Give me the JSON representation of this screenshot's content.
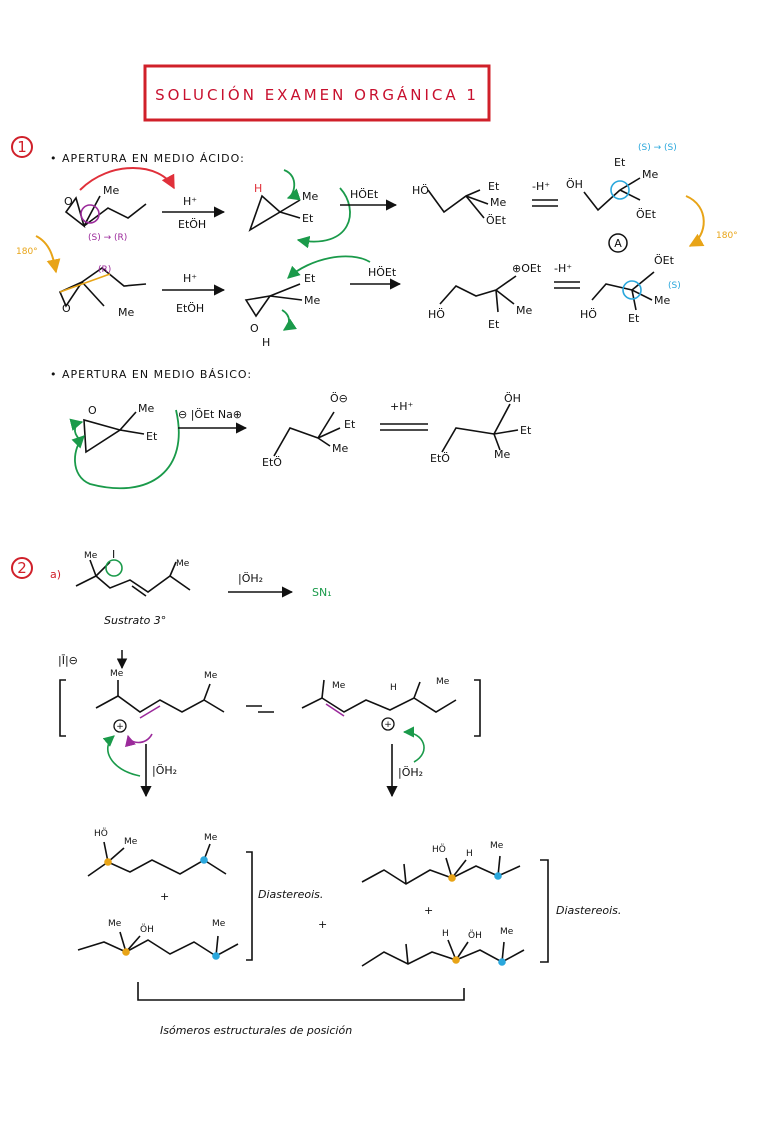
{
  "title": "SOLUCIÓN EXAMEN ORGÁNICA 1",
  "q1": {
    "number": "1",
    "acid_heading": "• APERTURA EN MEDIO ÁCIDO:",
    "basic_heading": "• APERTURA EN MEDIO BÁSICO:",
    "reagent_top_1": "H⁺",
    "reagent_top_2": "EtÖH",
    "reagent_bottom_1": "H⁺",
    "reagent_bottom_2": "EtÖH",
    "reagent_hoet": "HÖEt",
    "reagent_hoet_2": "HÖEt",
    "minus_h_top": "-H⁺",
    "minus_h_bottom": "-H⁺",
    "angle_left": "180°",
    "angle_right": "180°",
    "config_change_left": "(S) → (R)",
    "config_r": "(R)",
    "config_change_right": "(S) → (S)",
    "config_s": "(S)",
    "circle_a": "A",
    "basic_reagent": "⊖ |ÖEt Na⊕",
    "basic_proton": "+H⁺",
    "atoms": {
      "me": "Me",
      "et": "Et",
      "o": "O",
      "h": "H",
      "ho": "HÖ",
      "oh": "ÖH",
      "oet": "ÖEt",
      "eto": "EtÖ",
      "o_minus": "Ö⊖",
      "plus": "⊕",
      "oet_plus": "⊕OEt"
    }
  },
  "q2": {
    "number": "2",
    "part": "a)",
    "reagent": "|ÖH₂",
    "mechanism": "SN₁",
    "substrate_note": "Sustrato 3°",
    "iodide": "|Ī|⊖",
    "atoms": {
      "me": "Me",
      "h": "H",
      "ho": "HÖ",
      "oh": "ÖH",
      "i": "I"
    },
    "water_left": "|ÖH₂",
    "water_right": "|ÖH₂",
    "plus": "+",
    "diastereomers_left": "Diastereois.",
    "diastereomers_right": "Diastereois.",
    "isomers_note": "Isómeros estructurales de posición"
  },
  "colors": {
    "title_red": "#d0202a",
    "arrow_red": "#e0303a",
    "green": "#1a9a4a",
    "purple": "#9b2a9b",
    "orange": "#e8a417",
    "cyan": "#2aa7dc",
    "ink": "#111111"
  }
}
